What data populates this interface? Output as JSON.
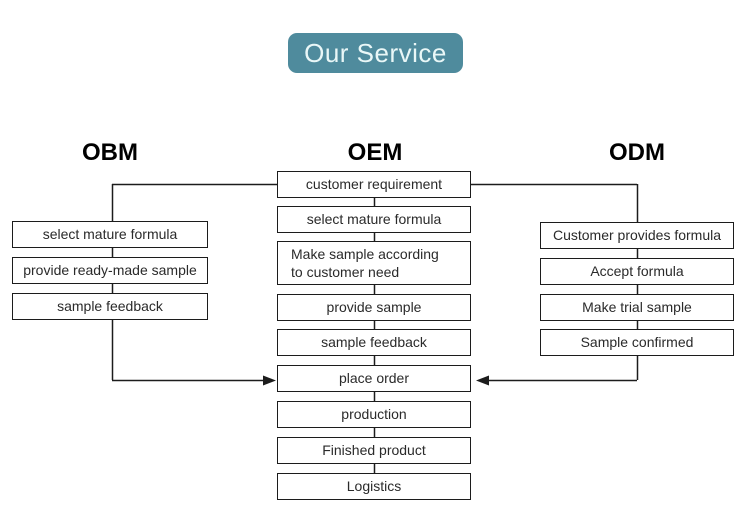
{
  "title": "Our Service",
  "columns": {
    "obm": {
      "header": "OBM",
      "boxes": [
        "select mature formula",
        "provide ready-made sample",
        "sample feedback"
      ]
    },
    "oem": {
      "header": "OEM",
      "boxes": [
        "customer requirement",
        "select mature formula",
        "Make sample according to customer need",
        "provide sample",
        "sample feedback",
        "place order",
        "production",
        "Finished product",
        "Logistics"
      ]
    },
    "odm": {
      "header": "ODM",
      "boxes": [
        "Customer provides formula",
        "Accept formula",
        "Make trial sample",
        "Sample confirmed"
      ]
    }
  },
  "colors": {
    "title_background": "#4f8b9d",
    "title_text": "#e9f7f7",
    "box_border": "#1c1c1c",
    "box_text": "#2a2a2a",
    "line": "#1c1c1c",
    "background": "#ffffff"
  }
}
